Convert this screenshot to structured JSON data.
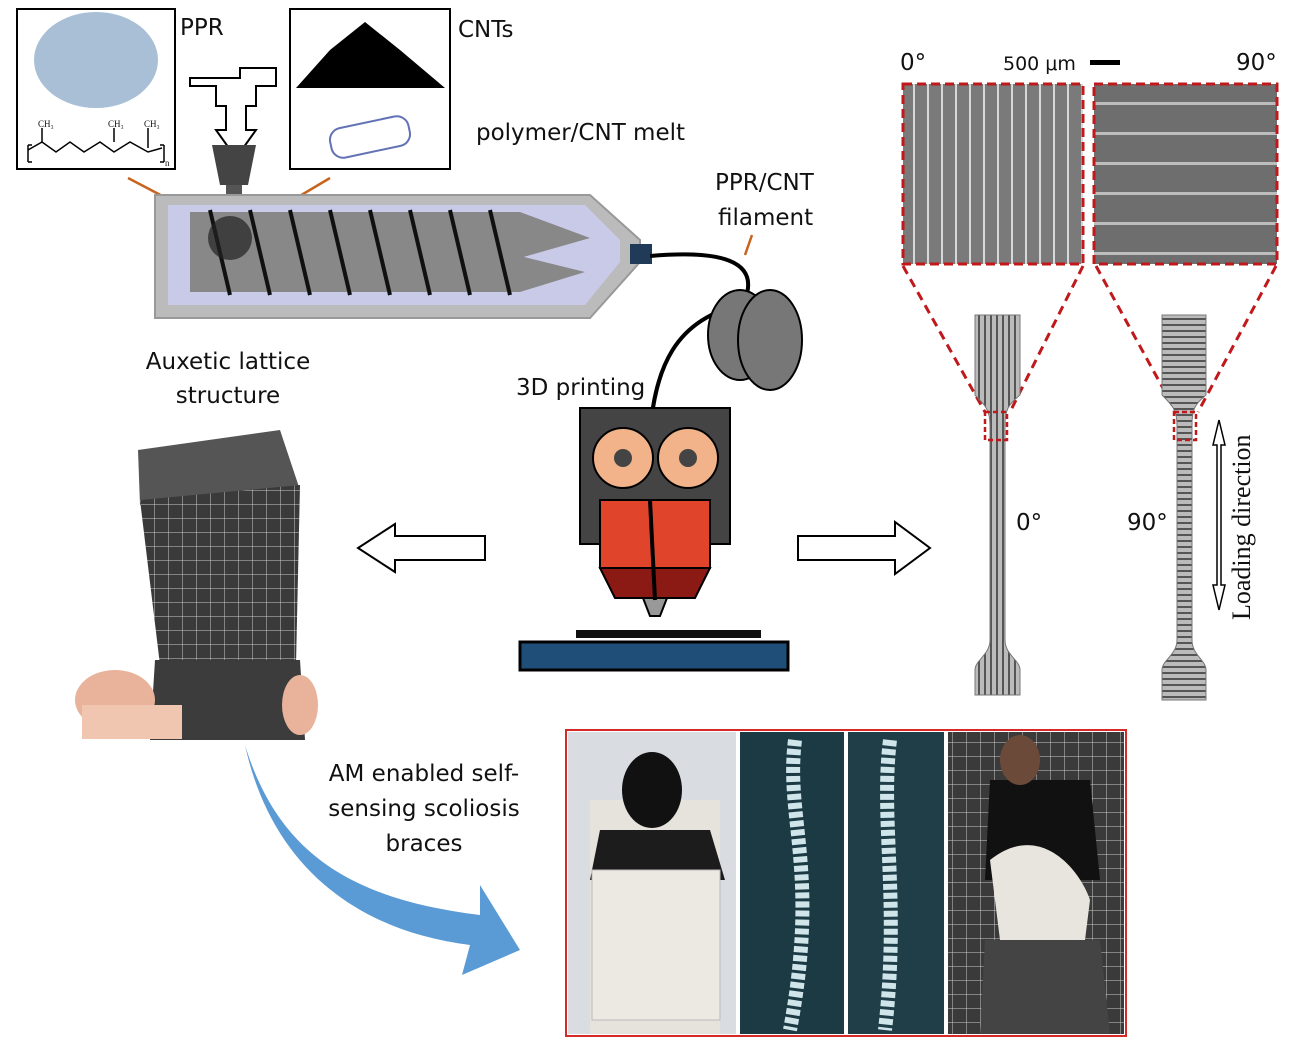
{
  "labels": {
    "ppr": "PPR",
    "cnts": "CNTs",
    "melt": "polymer/CNT melt",
    "filament_line1": "PPR/CNT",
    "filament_line2": "filament",
    "auxetic_line1": "Auxetic lattice",
    "auxetic_line2": "structure",
    "printing": "3D printing",
    "braces_line1": "AM enabled self-",
    "braces_line2": "sensing scoliosis",
    "braces_line3": "braces",
    "angle_0_top": "0°",
    "angle_90_top": "90°",
    "scale_bar": "500 μm",
    "angle_0_specimen": "0°",
    "angle_90_specimen": "90°",
    "loading_direction": "Loading direction"
  },
  "chemical": {
    "methyl": "CH₃",
    "repeat": "n"
  },
  "colors": {
    "dashed_red": "#c0181b",
    "arrow_blue": "#5b9bd5",
    "feed_arrow": "#c8641e",
    "barrel_fill": "#c9c9e8",
    "nozzle_red": "#e0452b",
    "bed_blue": "#1f4e79",
    "spool_gray": "#777777"
  }
}
